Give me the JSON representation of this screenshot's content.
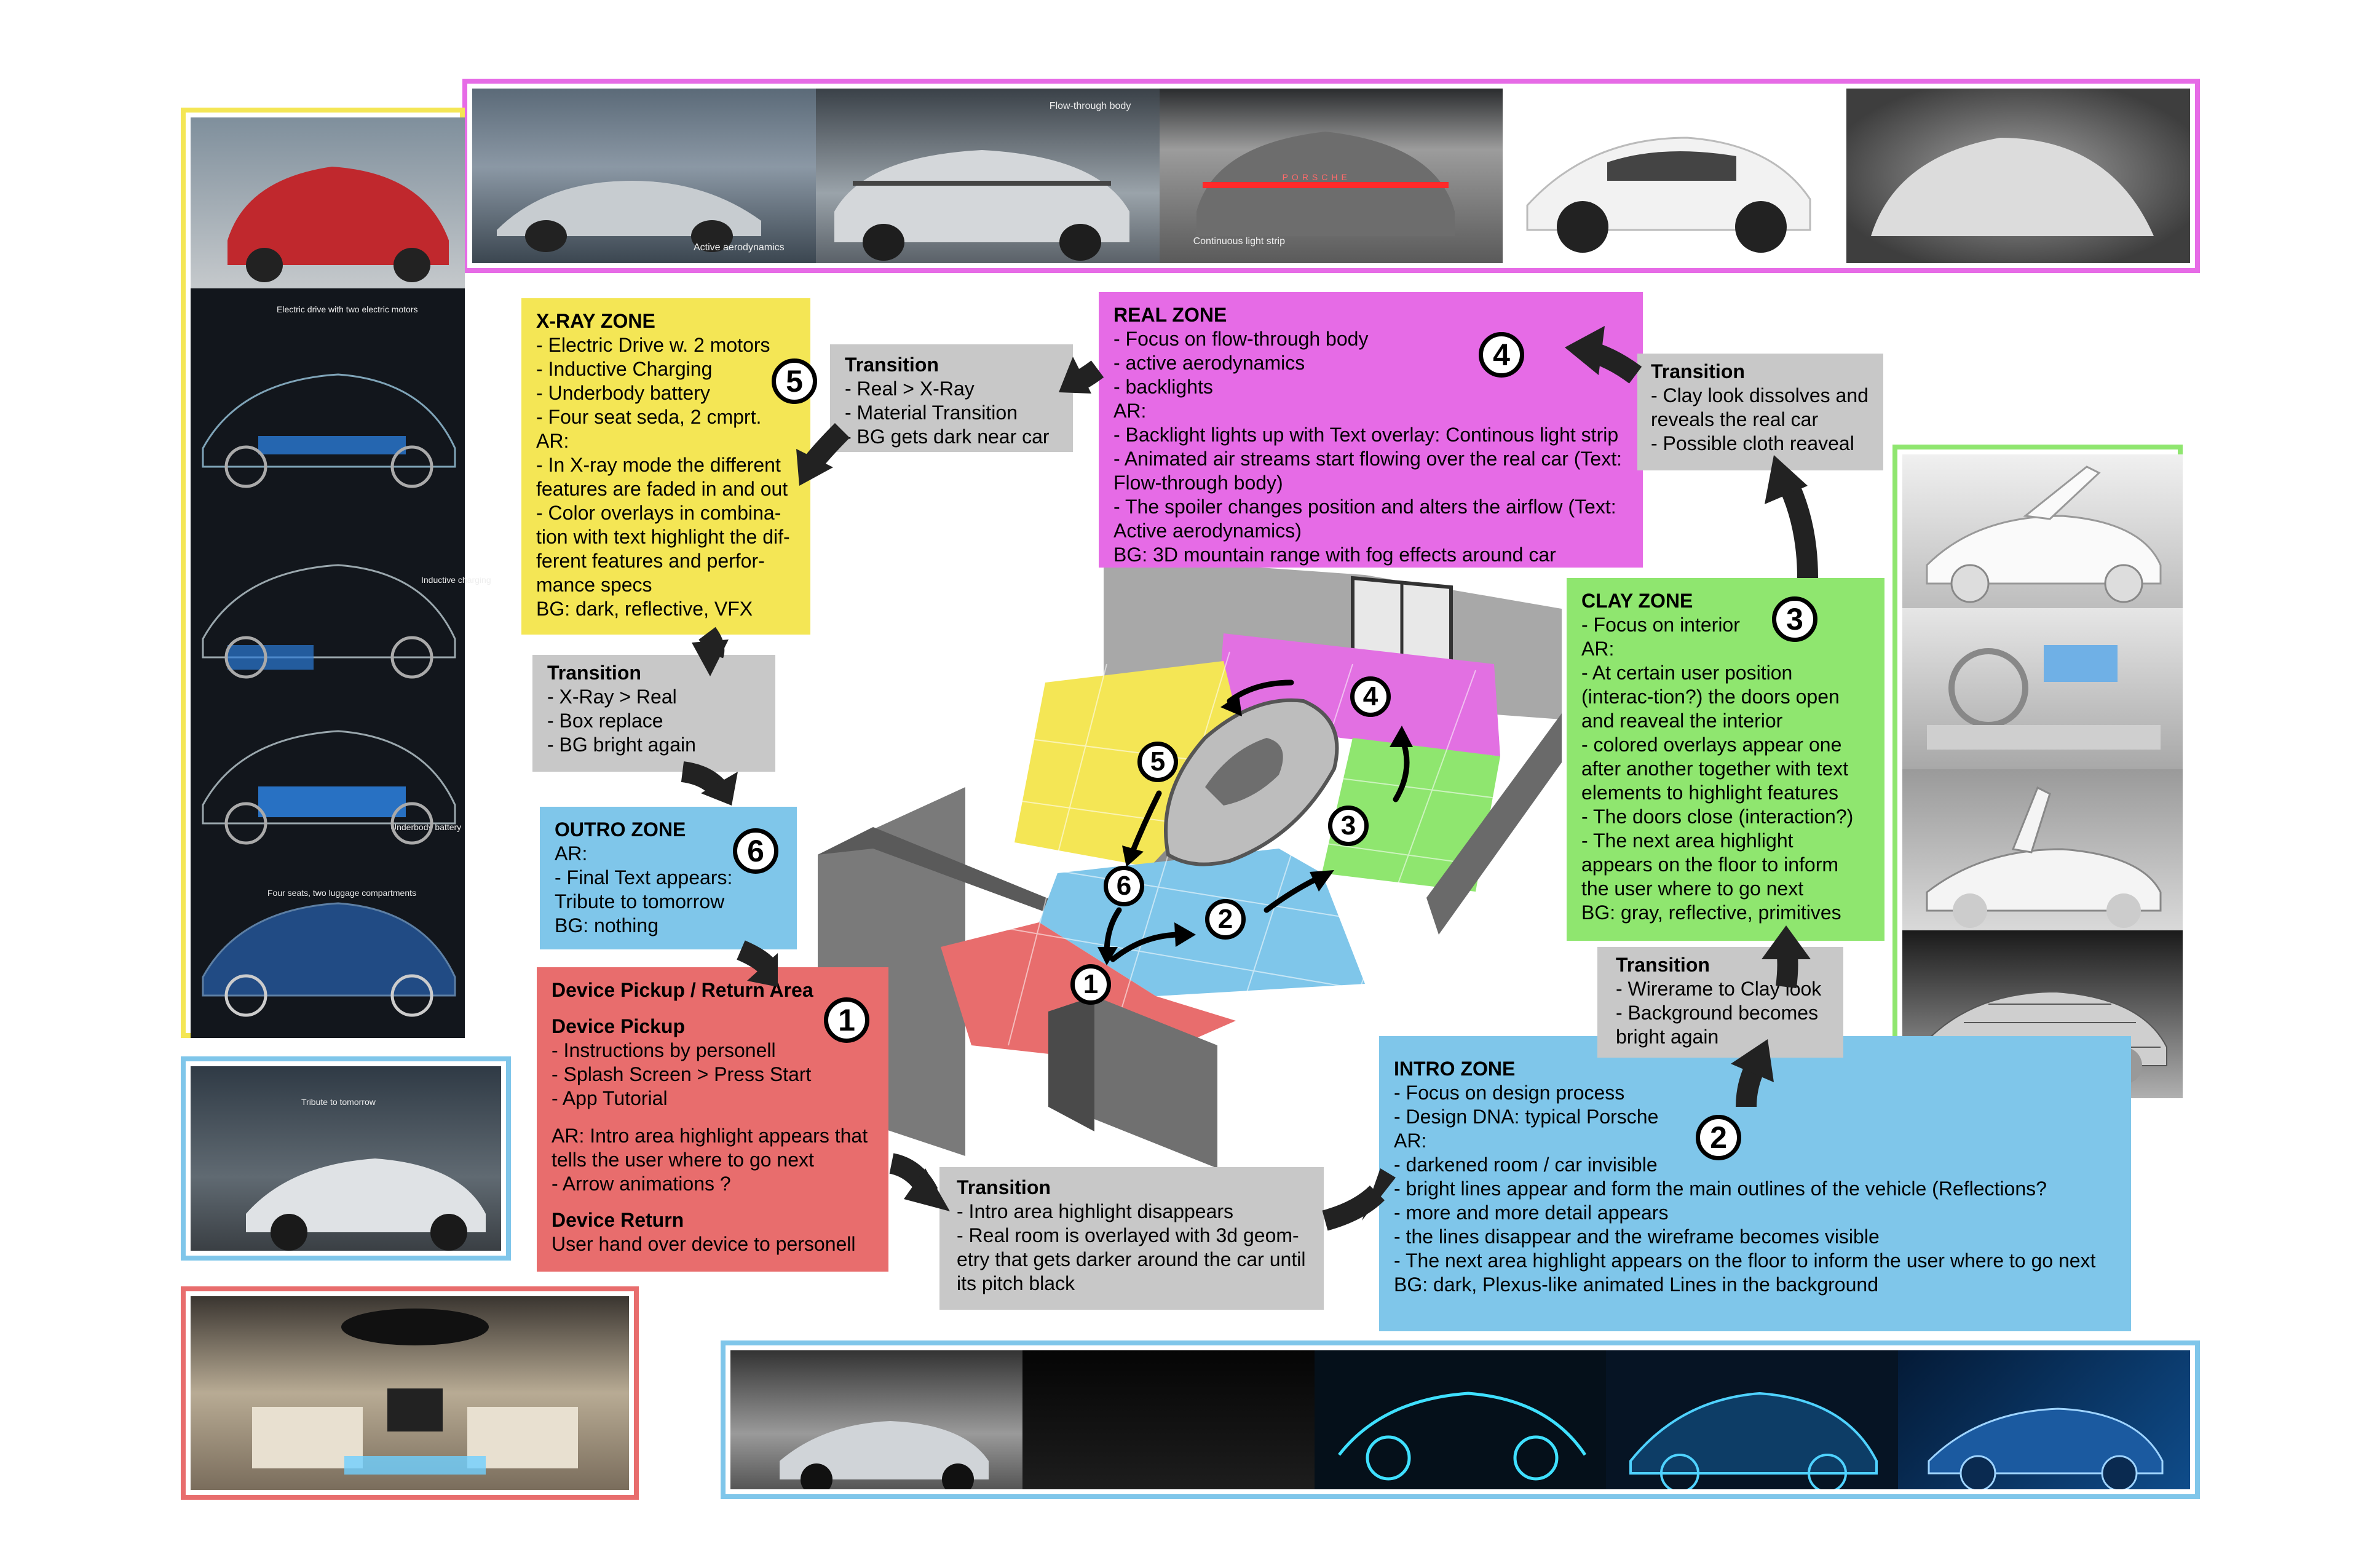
{
  "colors": {
    "xray": "#f4e655",
    "real": "#e66be6",
    "clay": "#8fe66f",
    "intro": "#7fc6ea",
    "outro": "#7fc6ea",
    "device": "#e86d6d",
    "transition": "#c8c8c8",
    "frame_magenta": "#e66be6",
    "frame_yellow": "#f4e655",
    "frame_green": "#8fe66f",
    "frame_blue": "#7fc6ea",
    "frame_red": "#e86d6d"
  },
  "zones": {
    "xray": {
      "badge": "5",
      "title": "X-RAY ZONE",
      "lines": [
        "- Electric Drive w. 2 motors",
        "- Inductive Charging",
        "- Underbody battery",
        "- Four seat seda, 2 cmprt.",
        "AR:",
        "- In X-ray mode the different features are faded in and out",
        "- Color overlays in combina-tion with text highlight the dif-ferent features and perfor-mance specs",
        "BG: dark, reflective,  VFX"
      ]
    },
    "real": {
      "badge": "4",
      "title": "REAL ZONE",
      "lines": [
        "- Focus on flow-through body",
        "- active aerodynamics",
        "- backlights",
        "AR:",
        "- Backlight lights up with Text overlay: Continous light strip",
        "- Animated air streams start flowing over the real car (Text: Flow-through body)",
        "- The spoiler changes position and alters the airflow (Text: Active aerodynamics)",
        "BG: 3D mountain range with fog effects around car"
      ]
    },
    "clay": {
      "badge": "3",
      "title": "CLAY ZONE",
      "lines": [
        "- Focus on interior",
        "AR:",
        "- At certain user position (interac-tion?) the doors open and reaveal the interior",
        "- colored overlays appear one after another together with text elements to highlight features",
        "- The doors close (interaction?)",
        "- The next area highlight appears on the floor to inform the user where to go next",
        "BG: gray, reflective, primitives"
      ]
    },
    "intro": {
      "badge": "2",
      "title": "INTRO ZONE",
      "lines": [
        "- Focus on design process",
        "- Design DNA: typical Porsche",
        "AR:",
        "- darkened room / car invisible",
        "- bright lines appear and form the main outlines of the vehicle (Reflections?",
        "- more and more detail appears",
        "- the lines disappear and the wireframe becomes visible",
        "- The next area highlight appears on the floor to inform the user where to go next",
        "BG: dark, Plexus-like animated Lines in the background"
      ]
    },
    "outro": {
      "badge": "6",
      "title": "OUTRO ZONE",
      "lines": [
        "AR:",
        "- Final Text appears: Tribute to tomorrow",
        "BG: nothing"
      ]
    },
    "device": {
      "badge": "1",
      "title": "Device Pickup / Return  Area",
      "pickup_title": "Device Pickup",
      "pickup_lines": [
        "- Instructions by personell",
        "- Splash Screen > Press Start",
        "- App Tutorial"
      ],
      "ar_lines": [
        "AR: Intro area highlight appears that tells the user where to go next",
        "- Arrow animations ?"
      ],
      "return_title": "Device Return",
      "return_lines": [
        "User hand over device to personell"
      ]
    }
  },
  "transitions": {
    "real_to_xray": {
      "title": "Transition",
      "lines": [
        "- Real > X-Ray",
        "- Material Transition",
        "- BG gets dark near car"
      ]
    },
    "clay_to_real": {
      "title": "Transition",
      "lines": [
        "- Clay look dissolves and reveals the real car",
        "- Possible cloth reaveal"
      ]
    },
    "xray_to_outro": {
      "title": "Transition",
      "lines": [
        "- X-Ray > Real",
        "- Box replace",
        "- BG bright again"
      ]
    },
    "intro_to_clay": {
      "title": "Transition",
      "lines": [
        "- Wirerame to Clay look",
        "- Background becomes bright again"
      ]
    },
    "device_to_intro": {
      "title": "Transition",
      "lines": [
        "- Intro area highlight disappears",
        "- Real room is overlayed with 3d geom-etry that gets darker around the car until its pitch black"
      ]
    }
  },
  "image_captions": {
    "top_1": "Active aerodynamics",
    "top_2": "Flow-through body",
    "top_3": "Continuous light strip",
    "top_3_logo": "PORSCHE",
    "left_1": "Electric drive with two electric motors",
    "left_2": "Inductive charging",
    "left_3": "Underbody battery",
    "left_4": "Four seats, two luggage compartments",
    "outro_img": "Tribute to tomorrow"
  },
  "floor_badges": [
    "1",
    "2",
    "3",
    "4",
    "5",
    "6"
  ]
}
